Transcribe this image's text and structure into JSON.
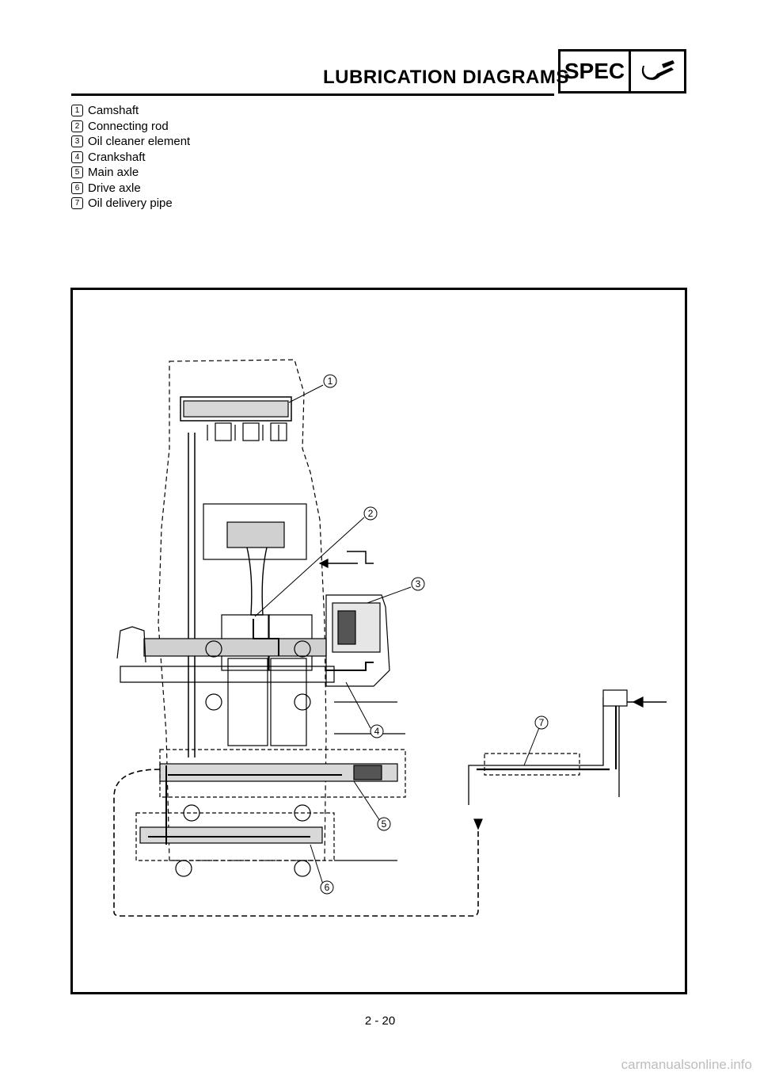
{
  "header": {
    "title": "LUBRICATION DIAGRAMS",
    "badge": "SPEC",
    "badge_icon": "wrench-icon"
  },
  "legend": [
    {
      "num": "1",
      "label": "Camshaft"
    },
    {
      "num": "2",
      "label": "Connecting rod"
    },
    {
      "num": "3",
      "label": "Oil cleaner element"
    },
    {
      "num": "4",
      "label": "Crankshaft"
    },
    {
      "num": "5",
      "label": "Main axle"
    },
    {
      "num": "6",
      "label": "Drive axle"
    },
    {
      "num": "7",
      "label": "Oil delivery pipe"
    }
  ],
  "figure": {
    "callouts": [
      "1",
      "2",
      "3",
      "4",
      "5",
      "6",
      "7"
    ]
  },
  "footer": {
    "page_number": "2 - 20",
    "watermark": "carmanualsonline.info"
  }
}
